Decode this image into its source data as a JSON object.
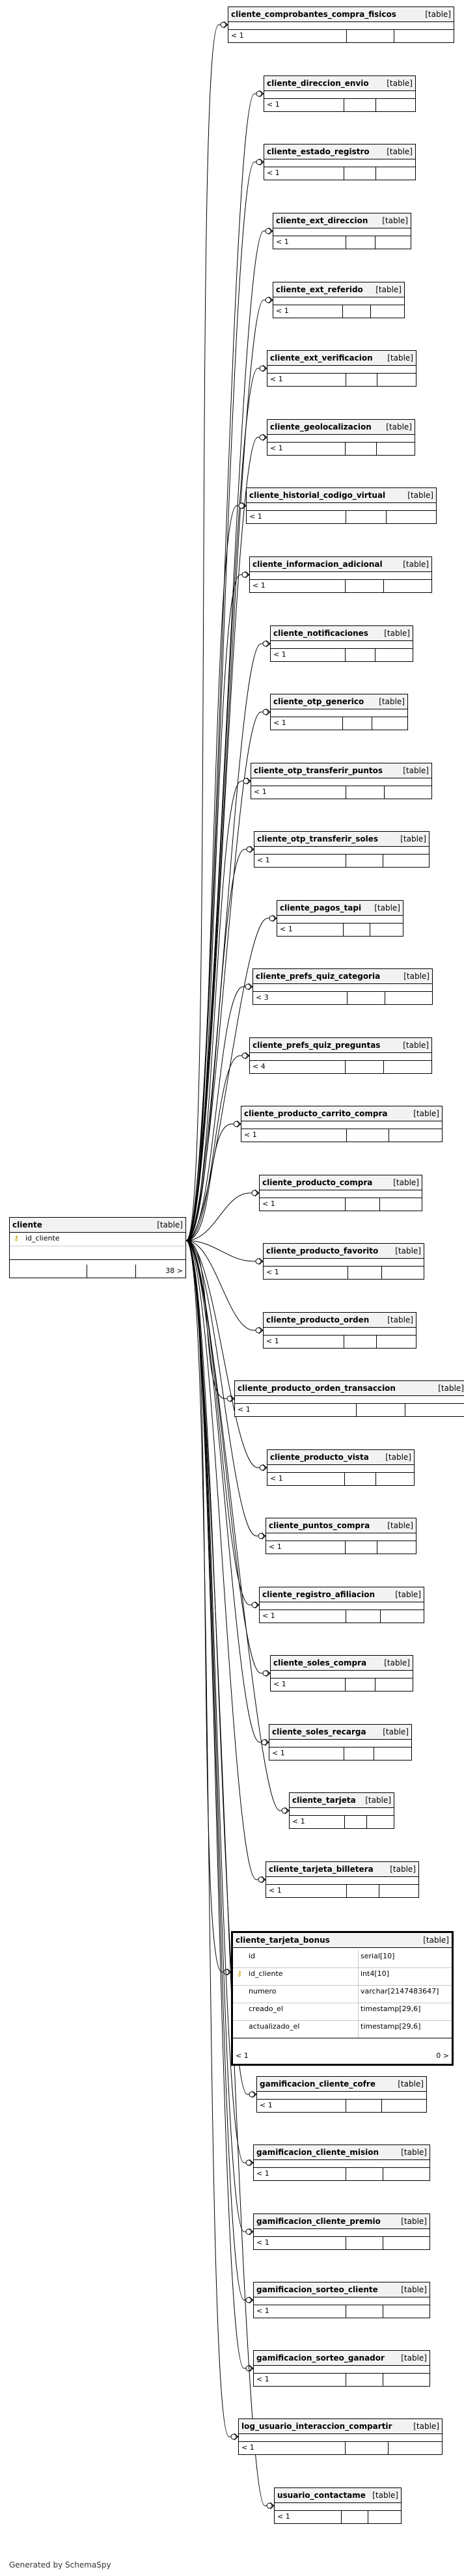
{
  "diagram": {
    "generated_by": "Generated by SchemaSpy",
    "table_type_label": "[table]",
    "parent_table": {
      "name": "cliente",
      "type_label": "[table]",
      "key_icon": "key-icon",
      "columns": [
        {
          "name": "id_cliente"
        }
      ],
      "parents_label": "",
      "children_label": "38 >"
    },
    "child_tables": [
      {
        "name": "cliente_comprobantes_compra_fisicos",
        "parents": "< 1"
      },
      {
        "name": "cliente_direccion_envio",
        "parents": "< 1"
      },
      {
        "name": "cliente_estado_registro",
        "parents": "< 1"
      },
      {
        "name": "cliente_ext_direccion",
        "parents": "< 1"
      },
      {
        "name": "cliente_ext_referido",
        "parents": "< 1"
      },
      {
        "name": "cliente_ext_verificacion",
        "parents": "< 1"
      },
      {
        "name": "cliente_geolocalizacion",
        "parents": "< 1"
      },
      {
        "name": "cliente_historial_codigo_virtual",
        "parents": "< 1"
      },
      {
        "name": "cliente_informacion_adicional",
        "parents": "< 1"
      },
      {
        "name": "cliente_notificaciones",
        "parents": "< 1"
      },
      {
        "name": "cliente_otp_generico",
        "parents": "< 1"
      },
      {
        "name": "cliente_otp_transferir_puntos",
        "parents": "< 1"
      },
      {
        "name": "cliente_otp_transferir_soles",
        "parents": "< 1"
      },
      {
        "name": "cliente_pagos_tapi",
        "parents": "< 1"
      },
      {
        "name": "cliente_prefs_quiz_categoria",
        "parents": "< 3"
      },
      {
        "name": "cliente_prefs_quiz_preguntas",
        "parents": "< 4"
      },
      {
        "name": "cliente_producto_carrito_compra",
        "parents": "< 1"
      },
      {
        "name": "cliente_producto_compra",
        "parents": "< 1"
      },
      {
        "name": "cliente_producto_favorito",
        "parents": "< 1"
      },
      {
        "name": "cliente_producto_orden",
        "parents": "< 1"
      },
      {
        "name": "cliente_producto_orden_transaccion",
        "parents": "< 1"
      },
      {
        "name": "cliente_producto_vista",
        "parents": "< 1"
      },
      {
        "name": "cliente_puntos_compra",
        "parents": "< 1"
      },
      {
        "name": "cliente_registro_afiliacion",
        "parents": "< 1"
      },
      {
        "name": "cliente_soles_compra",
        "parents": "< 1"
      },
      {
        "name": "cliente_soles_recarga",
        "parents": "< 1"
      },
      {
        "name": "cliente_tarjeta",
        "parents": "< 1"
      },
      {
        "name": "cliente_tarjeta_billetera",
        "parents": "< 1"
      }
    ],
    "focus_table": {
      "name": "cliente_tarjeta_bonus",
      "type_label": "[table]",
      "columns": [
        {
          "name": "id",
          "type": "serial[10]"
        },
        {
          "name": "id_cliente",
          "type": "int4[10]",
          "fk": true
        },
        {
          "name": "numero",
          "type": "varchar[2147483647]"
        },
        {
          "name": "creado_el",
          "type": "timestamp[29,6]"
        },
        {
          "name": "actualizado_el",
          "type": "timestamp[29,6]"
        }
      ],
      "parents_label": "< 1",
      "children_label": "0 >"
    },
    "child_tables_after": [
      {
        "name": "gamificacion_cliente_cofre",
        "parents": "< 1"
      },
      {
        "name": "gamificacion_cliente_mision",
        "parents": "< 1"
      },
      {
        "name": "gamificacion_cliente_premio",
        "parents": "< 1"
      },
      {
        "name": "gamificacion_sorteo_cliente",
        "parents": "< 1"
      },
      {
        "name": "gamificacion_sorteo_ganador",
        "parents": "< 1"
      },
      {
        "name": "log_usuario_interaccion_compartir",
        "parents": "< 1"
      },
      {
        "name": "usuario_contactame",
        "parents": "< 1"
      }
    ]
  }
}
